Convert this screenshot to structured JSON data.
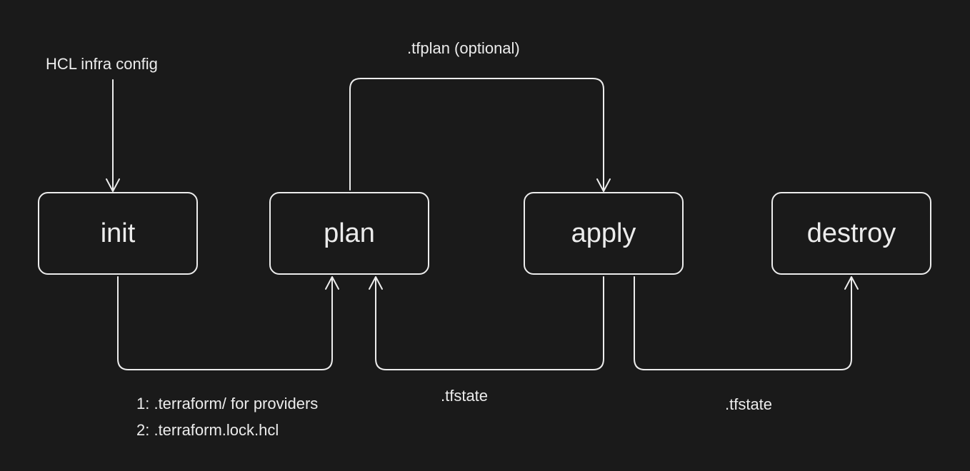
{
  "diagram": {
    "input_label": "HCL infra config",
    "nodes": {
      "init": "init",
      "plan": "plan",
      "apply": "apply",
      "destroy": "destroy"
    },
    "edges": {
      "plan_to_apply": ".tfplan (optional)",
      "init_outputs": [
        "1: .terraform/ for providers",
        "2: .terraform.lock.hcl"
      ],
      "apply_to_plan": ".tfstate",
      "apply_to_destroy": ".tfstate"
    },
    "colors": {
      "background": "#1a1a1a",
      "stroke": "#ececec",
      "text": "#ececec"
    }
  }
}
